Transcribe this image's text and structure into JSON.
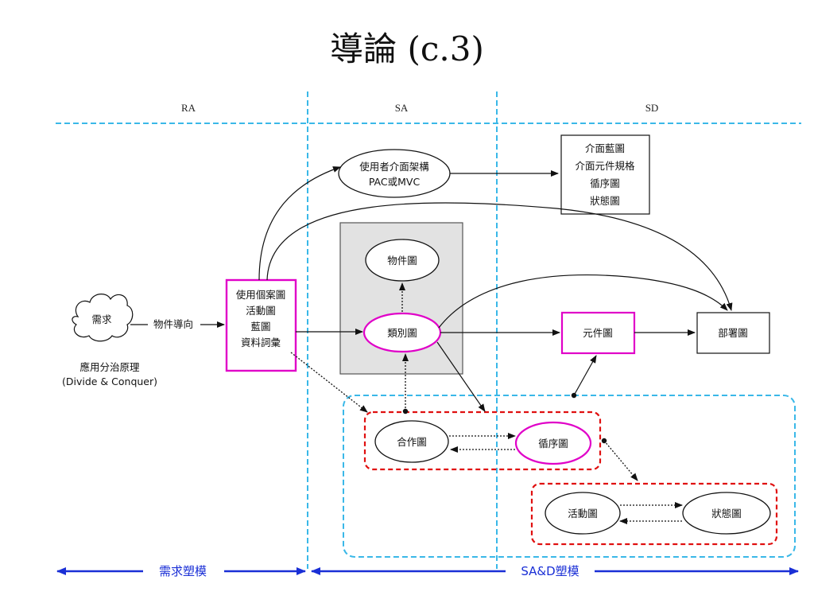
{
  "title": "導論 (c.3)",
  "lanes": {
    "ra": "RA",
    "sa": "SA",
    "sd": "SD"
  },
  "nodes": {
    "need": "需求",
    "oo_label": "物件導向",
    "divide_line1": "應用分治原理",
    "divide_line2": "(Divide & Conquer)",
    "ra_box": [
      "使用個案圖",
      "活動圖",
      "藍圖",
      "資料詞彙"
    ],
    "ui_arch": [
      "使用者介面架構",
      "PAC或MVC"
    ],
    "sd_box": [
      "介面藍圖",
      "介面元件規格",
      "循序圖",
      "狀態圖"
    ],
    "object_diagram": "物件圖",
    "class_diagram": "類別圖",
    "component_diagram": "元件圖",
    "deployment_diagram": "部署圖",
    "collaboration_diagram": "合作圖",
    "sequence_diagram": "循序圖",
    "activity_diagram": "活動圖",
    "state_diagram": "狀態圖"
  },
  "bottom": {
    "req_modeling": "需求塑模",
    "sad_modeling": "SA&D塑模"
  },
  "colors": {
    "lane_line": "#3ab8e8",
    "magenta": "#e000c8",
    "red": "#e01010",
    "blue": "#1a2fd6",
    "grey_fill": "#e2e2e2"
  }
}
